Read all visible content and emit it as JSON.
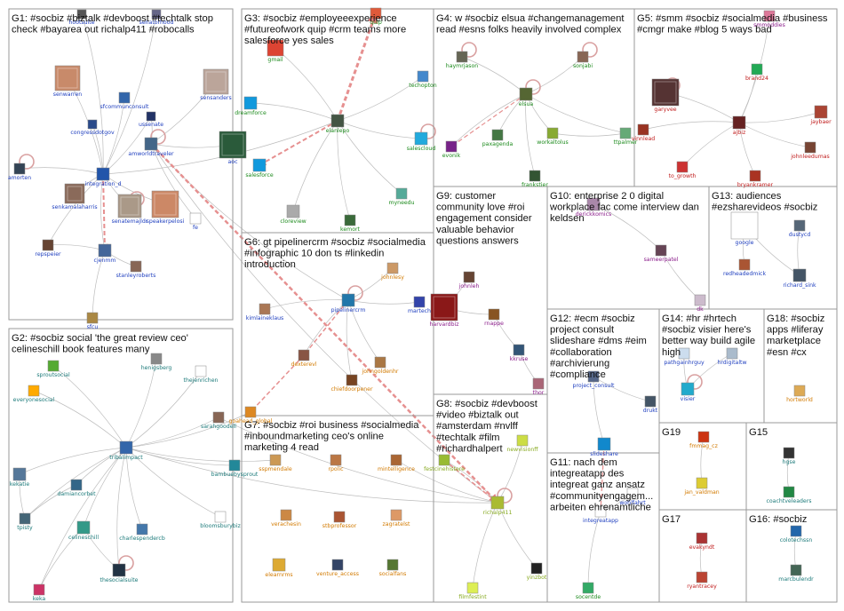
{
  "colors": {
    "edge": "#bdbdbd",
    "edge_strong": "#e06060",
    "box": "#9a9a9a",
    "label_blue": "#1f3fbf",
    "label_green": "#1c8a1c",
    "label_orange": "#d27a00",
    "label_purple": "#8a1c8a",
    "label_teal": "#1c7a7a",
    "label_red": "#c01c1c"
  },
  "groups": [
    {
      "id": "G1",
      "title_lines": [
        "G1: #socbiz #biztalk #devboost #techtalk stop",
        "check #bayarea out richalp411 #robocalls"
      ]
    },
    {
      "id": "G2",
      "title_lines": [
        "G2: #socbiz social 'the great review ceo'",
        "celineschill book features many"
      ]
    },
    {
      "id": "G3",
      "title_lines": [
        "G3: #socbiz #employeeexperience",
        "#futureofwork quip #crm teams more",
        "salesforce yes sales"
      ]
    },
    {
      "id": "G4",
      "title_lines": [
        "G4: w #socbiz elsua #changemanagement",
        "read #esns folks heavily involved complex"
      ]
    },
    {
      "id": "G5",
      "title_lines": [
        "G5: #smm #socbiz #socialmedia #business",
        "#cmgr make #blog 5 ways bad"
      ]
    },
    {
      "id": "G6",
      "title_lines": [
        "G6: gt pipelinercrm #socbiz #socialmedia",
        "#infographic 10 don ts #linkedin",
        "introduction"
      ]
    },
    {
      "id": "G7",
      "title_lines": [
        "G7: #socbiz #roi business #socialmedia",
        "#inboundmarketing ceo's online",
        "marketing 4 read"
      ]
    },
    {
      "id": "G8",
      "title_lines": [
        "G8: #socbiz #devboost",
        "#video #biztalk out",
        "#amsterdam #nvlff",
        "#techtalk #film",
        "#richardhalpert"
      ]
    },
    {
      "id": "G9",
      "title_lines": [
        "G9: customer",
        "community love #roi",
        "engagement consider",
        "valuable behavior",
        "questions answers"
      ]
    },
    {
      "id": "G10",
      "title_lines": [
        "G10: enterprise 2 0 digital",
        "workplace fac come interview dan",
        "keldsen"
      ]
    },
    {
      "id": "G11",
      "title_lines": [
        "G11: nach dem",
        "integreatapp des",
        "integreat ganz ansatz",
        "#communityengagem...",
        "arbeiten ehrenamtliche"
      ]
    },
    {
      "id": "G12",
      "title_lines": [
        "G12: #ecm #socbiz",
        "project consult",
        "slideshare #dms #eim",
        "#collaboration",
        "#archivierung",
        "#compliance"
      ]
    },
    {
      "id": "G13",
      "title_lines": [
        "G13: audiences",
        "#ezsharevideos #socbiz"
      ]
    },
    {
      "id": "G14",
      "title_lines": [
        "G14: #hr #hrtech",
        "#socbiz visier here's",
        "better way build agile",
        "high"
      ]
    },
    {
      "id": "G15",
      "title_lines": [
        "G15"
      ]
    },
    {
      "id": "G16",
      "title_lines": [
        "G16: #socbiz"
      ]
    },
    {
      "id": "G17",
      "title_lines": [
        "G17"
      ]
    },
    {
      "id": "G18",
      "title_lines": [
        "G18: #socbiz",
        "apps #liferay",
        "marketplace",
        "#esn #cx"
      ]
    },
    {
      "id": "G19",
      "title_lines": [
        "G19"
      ]
    }
  ],
  "nodes": [
    {
      "id": "hootsuite",
      "label": "hootsuite",
      "color": "#1f3fbf",
      "icon": "#555555"
    },
    {
      "id": "senatorhood",
      "label": "senatorhood",
      "color": "#1f3fbf",
      "icon": "#666688"
    },
    {
      "id": "senwarren",
      "label": "senwarren",
      "color": "#1f3fbf",
      "icon": "#c88a6a"
    },
    {
      "id": "sfcommunconsult",
      "label": "sfcommunconsult",
      "color": "#1f3fbf",
      "icon": "#3366aa"
    },
    {
      "id": "ussenate",
      "label": "ussenate",
      "color": "#1f3fbf",
      "icon": "#223366"
    },
    {
      "id": "sensanders",
      "label": "sensanders",
      "color": "#1f3fbf",
      "icon": "#bba59a"
    },
    {
      "id": "congressdotgov",
      "label": "congressdotgov",
      "color": "#1f3fbf",
      "icon": "#2a4a8a"
    },
    {
      "id": "amworldtraveler",
      "label": "amworldtraveler",
      "color": "#1f3fbf",
      "icon": "#446688"
    },
    {
      "id": "aoc",
      "label": "aoc",
      "color": "#1f3fbf",
      "icon": "#2a5a3a"
    },
    {
      "id": "amorten",
      "label": "amorten",
      "color": "#1f3fbf",
      "icon": "#334455"
    },
    {
      "id": "integration_d",
      "label": "integration_d",
      "color": "#1f3fbf",
      "icon": "#2255aa"
    },
    {
      "id": "senkamalaharris",
      "label": "senkamalaharris",
      "color": "#1f3fbf",
      "icon": "#8a6a5a"
    },
    {
      "id": "senatemajldr",
      "label": "senatemajldr",
      "color": "#1f3fbf",
      "icon": "#aa9988"
    },
    {
      "id": "speakerpelosi",
      "label": "speakerpelosi",
      "color": "#1f3fbf",
      "icon": "#cc8866"
    },
    {
      "id": "fe",
      "label": "fe",
      "color": "#1f3fbf",
      "icon": "#ffffff"
    },
    {
      "id": "repspeier",
      "label": "repspeier",
      "color": "#1f3fbf",
      "icon": "#664433"
    },
    {
      "id": "cjenmm",
      "label": "cjenmm",
      "color": "#1f3fbf",
      "icon": "#446699"
    },
    {
      "id": "stanleyroberts",
      "label": "stanleyroberts",
      "color": "#1f3fbf",
      "icon": "#886655"
    },
    {
      "id": "sfcu",
      "label": "sfcu",
      "color": "#1f3fbf",
      "icon": "#aa8844"
    },
    {
      "id": "gmail",
      "label": "gmail",
      "color": "#1c8a1c",
      "icon": "#dd4433"
    },
    {
      "id": "quip",
      "label": "quip",
      "color": "#1c8a1c",
      "icon": "#e05a3a"
    },
    {
      "id": "techopton",
      "label": "techopton",
      "color": "#1c8a1c",
      "icon": "#4488cc"
    },
    {
      "id": "dreamforce",
      "label": "dreamforce",
      "color": "#1c8a1c",
      "icon": "#1199dd"
    },
    {
      "id": "elanlepo",
      "label": "elanlepo",
      "color": "#1c8a1c",
      "icon": "#445544"
    },
    {
      "id": "salescloud",
      "label": "salescloud",
      "color": "#1c8a1c",
      "icon": "#22aadd"
    },
    {
      "id": "salesforce",
      "label": "salesforce",
      "color": "#1c8a1c",
      "icon": "#1199dd"
    },
    {
      "id": "cloreview",
      "label": "cloreview",
      "color": "#1c8a1c",
      "icon": "#aaaaaa"
    },
    {
      "id": "kemort",
      "label": "kemort",
      "color": "#1c8a1c",
      "icon": "#3a6a3a"
    },
    {
      "id": "myneedu",
      "label": "myneedu",
      "color": "#1c8a1c",
      "icon": "#55aa99"
    },
    {
      "id": "haymrjason",
      "label": "haymrjason",
      "color": "#1c8a1c",
      "icon": "#666655"
    },
    {
      "id": "sonjabi",
      "label": "sonjabi",
      "color": "#1c8a1c",
      "icon": "#886655"
    },
    {
      "id": "elsua",
      "label": "elsua",
      "color": "#1c8a1c",
      "icon": "#556633"
    },
    {
      "id": "paxagenda",
      "label": "paxagenda",
      "color": "#1c8a1c",
      "icon": "#447744"
    },
    {
      "id": "workaltolus",
      "label": "workaltolus",
      "color": "#1c8a1c",
      "icon": "#88aa33"
    },
    {
      "id": "evonik",
      "label": "evonik",
      "color": "#1c8a1c",
      "icon": "#772288"
    },
    {
      "id": "frankstier",
      "label": "frankstier",
      "color": "#1c8a1c",
      "icon": "#335533"
    },
    {
      "id": "ttpalmer",
      "label": "ttpalmer",
      "color": "#1c8a1c",
      "icon": "#66aa77"
    },
    {
      "id": "smmoddies",
      "label": "smmoddies",
      "color": "#8a1c8a",
      "icon": "#dd7799"
    },
    {
      "id": "brand24",
      "label": "brand24",
      "color": "#c01c1c",
      "icon": "#22aa55"
    },
    {
      "id": "garyvee",
      "label": "garyvee",
      "color": "#c01c1c",
      "icon": "#553333"
    },
    {
      "id": "vinnlead",
      "label": "vinnlead",
      "color": "#c01c1c",
      "icon": "#993322"
    },
    {
      "id": "ajbiz",
      "label": "ajbiz",
      "color": "#c01c1c",
      "icon": "#662222"
    },
    {
      "id": "jaybaer",
      "label": "jaybaer",
      "color": "#c01c1c",
      "icon": "#aa4433"
    },
    {
      "id": "johnleedumas",
      "label": "johnleedumas",
      "color": "#c01c1c",
      "icon": "#774433"
    },
    {
      "id": "to_growth",
      "label": "to_growth",
      "color": "#c01c1c",
      "icon": "#cc3333"
    },
    {
      "id": "bryankramer",
      "label": "bryankramer",
      "color": "#c01c1c",
      "icon": "#aa3322"
    },
    {
      "id": "kimlaineklaus",
      "label": "kimlaineklaus",
      "color": "#1f3fbf",
      "icon": "#aa7755"
    },
    {
      "id": "johnlesy",
      "label": "johnlesy",
      "color": "#d27a00",
      "icon": "#cc9966"
    },
    {
      "id": "pipelinercrm",
      "label": "pipelinercrm",
      "color": "#1f3fbf",
      "icon": "#2277aa"
    },
    {
      "id": "martech",
      "label": "martech",
      "color": "#1f3fbf",
      "icon": "#3344aa"
    },
    {
      "id": "dexterevl",
      "label": "dexterevl",
      "color": "#d27a00",
      "icon": "#885544"
    },
    {
      "id": "johngoldenhr",
      "label": "johngoldenhr",
      "color": "#d27a00",
      "icon": "#aa7744"
    },
    {
      "id": "chiefdoorpener",
      "label": "chiefdoorpener",
      "color": "#d27a00",
      "icon": "#774422"
    },
    {
      "id": "johnleh",
      "label": "johnleh",
      "color": "#8a1c8a",
      "icon": "#664433"
    },
    {
      "id": "hbr",
      "label": "harvardbiz",
      "color": "#8a1c8a",
      "icon": "#8a1818"
    },
    {
      "id": "rnappe",
      "label": "rnappe",
      "color": "#8a1c8a",
      "icon": "#885522"
    },
    {
      "id": "kkruse",
      "label": "kkruse",
      "color": "#8a1c8a",
      "icon": "#335577"
    },
    {
      "id": "thor",
      "label": "thor",
      "color": "#8a1c8a",
      "icon": "#aa6677"
    },
    {
      "id": "derickkomics",
      "label": "derickkomics",
      "color": "#8a1c8a",
      "icon": "#aa88aa"
    },
    {
      "id": "sameerpatel",
      "label": "sameerpatel",
      "color": "#8a1c8a",
      "icon": "#664455"
    },
    {
      "id": "dk",
      "label": "dk",
      "color": "#8a1c8a",
      "icon": "#ccbbcc"
    },
    {
      "id": "google",
      "label": "google",
      "color": "#1f3fbf",
      "icon": "#ffffff"
    },
    {
      "id": "dustycd",
      "label": "dustycd",
      "color": "#1f3fbf",
      "icon": "#556677"
    },
    {
      "id": "redheadedmick",
      "label": "redheadedmick",
      "color": "#1f3fbf",
      "icon": "#aa5533"
    },
    {
      "id": "richard_sink",
      "label": "richard_sink",
      "color": "#1f3fbf",
      "icon": "#445566"
    },
    {
      "id": "sproutsocial",
      "label": "sproutsocial",
      "color": "#1c7a7a",
      "icon": "#55aa33"
    },
    {
      "id": "everyonesocial",
      "label": "everyonesocial",
      "color": "#1c7a7a",
      "icon": "#ffaa00"
    },
    {
      "id": "henigsberg",
      "label": "henigsberg",
      "color": "#1c7a7a",
      "icon": "#888888"
    },
    {
      "id": "thejenrichen",
      "label": "thejenrichen",
      "color": "#1c7a7a",
      "icon": "#ffffff"
    },
    {
      "id": "sarahgoodell",
      "label": "sarahgoodell",
      "color": "#1c7a7a",
      "icon": "#886655"
    },
    {
      "id": "tribalimpact",
      "label": "tribalimpact",
      "color": "#1c7a7a",
      "icon": "#3366aa"
    },
    {
      "id": "bambuebysprout",
      "label": "bambuebysprout",
      "color": "#1c7a7a",
      "icon": "#228899"
    },
    {
      "id": "kekatie",
      "label": "kekatie",
      "color": "#1c7a7a",
      "icon": "#557799"
    },
    {
      "id": "damiancorbet",
      "label": "damiancorbet",
      "color": "#1c7a7a",
      "icon": "#336688"
    },
    {
      "id": "tpisty",
      "label": "tpisty",
      "color": "#1c7a7a",
      "icon": "#446677"
    },
    {
      "id": "celineschill",
      "label": "celineschill",
      "color": "#1c7a7a",
      "icon": "#339988"
    },
    {
      "id": "charlespendercb",
      "label": "charlespendercb",
      "color": "#1c7a7a",
      "icon": "#4477aa"
    },
    {
      "id": "bloomsburybiz",
      "label": "bloomsburybiz",
      "color": "#1c7a7a",
      "icon": "#ffffff"
    },
    {
      "id": "thesocialsuite",
      "label": "thesocialsuite",
      "color": "#1c7a7a",
      "icon": "#223344"
    },
    {
      "id": "keka",
      "label": "keka",
      "color": "#1c7a7a",
      "icon": "#cc3366"
    },
    {
      "id": "goahead_global",
      "label": "goahead_global",
      "color": "#d27a00",
      "icon": "#dd8822"
    },
    {
      "id": "sspmendale",
      "label": "sspmendale",
      "color": "#d27a00",
      "icon": "#cc9955"
    },
    {
      "id": "rpolic",
      "label": "rpolic",
      "color": "#d27a00",
      "icon": "#bb7744"
    },
    {
      "id": "mintelligence",
      "label": "mintelligence",
      "color": "#d27a00",
      "icon": "#aa6633"
    },
    {
      "id": "verachesin",
      "label": "verachesin",
      "color": "#d27a00",
      "icon": "#cc8844"
    },
    {
      "id": "stbprofessor",
      "label": "stbprofessor",
      "color": "#d27a00",
      "icon": "#aa5533"
    },
    {
      "id": "zagratelst",
      "label": "zagratelst",
      "color": "#d27a00",
      "icon": "#dd9966"
    },
    {
      "id": "elearnrms",
      "label": "elearnrms",
      "color": "#d27a00",
      "icon": "#ddaa33"
    },
    {
      "id": "venture_access",
      "label": "venture_access",
      "color": "#d27a00",
      "icon": "#334466"
    },
    {
      "id": "socialfans",
      "label": "socialfans",
      "color": "#d27a00",
      "icon": "#557733"
    },
    {
      "id": "festcinehistere",
      "label": "festcinehistere",
      "color": "#88aa22",
      "icon": "#99bb33"
    },
    {
      "id": "newvisionff",
      "label": "newvisionff",
      "color": "#88aa22",
      "icon": "#ccdd44"
    },
    {
      "id": "richalp411",
      "label": "richalp411",
      "color": "#88aa22",
      "icon": "#aabb33"
    },
    {
      "id": "filmfestint",
      "label": "filmfestint",
      "color": "#88aa22",
      "icon": "#ddee55"
    },
    {
      "id": "yinzbot",
      "label": "yinzbot",
      "color": "#88aa22",
      "icon": "#222222"
    },
    {
      "id": "project_consult",
      "label": "project_consult",
      "color": "#1f3fbf",
      "icon": "#556688"
    },
    {
      "id": "drukt",
      "label": "drukt",
      "color": "#1f3fbf",
      "icon": "#445566"
    },
    {
      "id": "slideshare",
      "label": "slideshare",
      "color": "#1f3fbf",
      "icon": "#1188cc"
    },
    {
      "id": "integreatapp",
      "label": "integreatapp",
      "color": "#1f3fbf",
      "icon": "#ffffff"
    },
    {
      "id": "wohlfahrt",
      "label": "wohlfahrt",
      "color": "#1f3fbf",
      "icon": "#ffffff"
    },
    {
      "id": "socentde",
      "label": "socentde",
      "color": "#1c8a1c",
      "icon": "#33aa66"
    },
    {
      "id": "pathgainhrguy",
      "label": "pathgainhrguy",
      "color": "#1f3fbf",
      "icon": "#ccddee"
    },
    {
      "id": "hrdigitaltw",
      "label": "hrdigitaltw",
      "color": "#1f3fbf",
      "icon": "#aabbcc"
    },
    {
      "id": "visier",
      "label": "visier",
      "color": "#1f3fbf",
      "icon": "#22aacc"
    },
    {
      "id": "hortworld",
      "label": "hortworld",
      "color": "#d27a00",
      "icon": "#ddaa55"
    },
    {
      "id": "fmmag_cz",
      "label": "fmmag_cz",
      "color": "#d27a00",
      "icon": "#cc3311"
    },
    {
      "id": "jan_valdman",
      "label": "jan_valdman",
      "color": "#d27a00",
      "icon": "#ddcc33"
    },
    {
      "id": "hgse",
      "label": "hgse",
      "color": "#1c7a7a",
      "icon": "#333333"
    },
    {
      "id": "coachtveleaders",
      "label": "coachtveleaders",
      "color": "#1c7a7a",
      "icon": "#228844"
    },
    {
      "id": "evakyndt",
      "label": "evakyndt",
      "color": "#c01c1c",
      "icon": "#aa3333"
    },
    {
      "id": "ryantracey",
      "label": "ryantracey",
      "color": "#c01c1c",
      "icon": "#bb4433"
    },
    {
      "id": "colotechssn",
      "label": "colotechssn",
      "color": "#1c7a7a",
      "icon": "#2266aa"
    },
    {
      "id": "marcbulendr",
      "label": "marcbulendr",
      "color": "#1c7a7a",
      "icon": "#446655"
    }
  ]
}
